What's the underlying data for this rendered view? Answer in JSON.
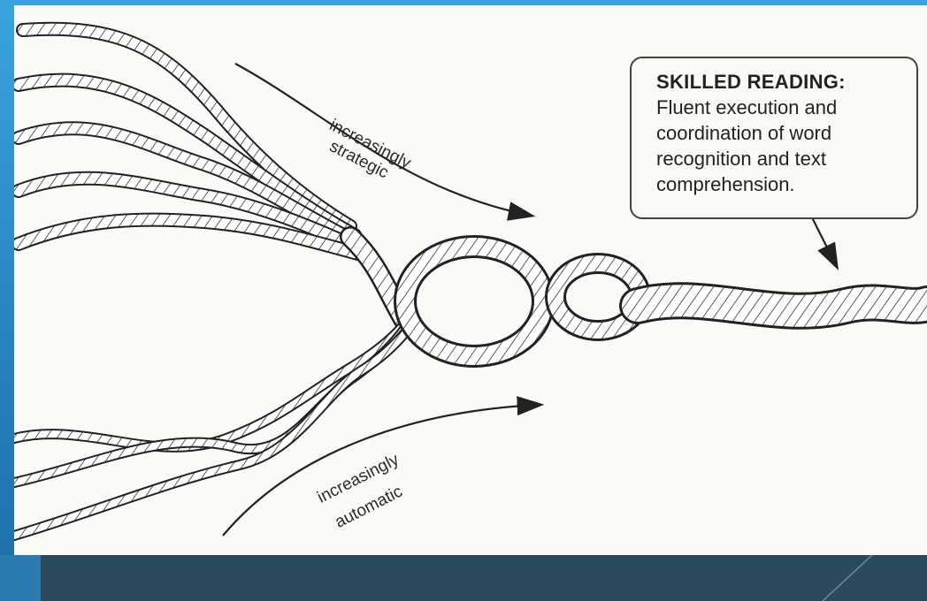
{
  "diagram": {
    "callout_title": "SKILLED READING:",
    "callout_lines": [
      "Fluent execution and",
      "coordination of word",
      "recognition and text",
      "comprehension."
    ],
    "label_strategic_line1": "increasingly",
    "label_strategic_line2": "strategic",
    "label_automatic_line1": "increasingly",
    "label_automatic_line2": "automatic"
  },
  "colors": {
    "slide_blue": "#2a7fb8",
    "footer_dark": "#2a4a5e",
    "paper": "#fbfaf7",
    "ink": "#2a2a2a"
  }
}
